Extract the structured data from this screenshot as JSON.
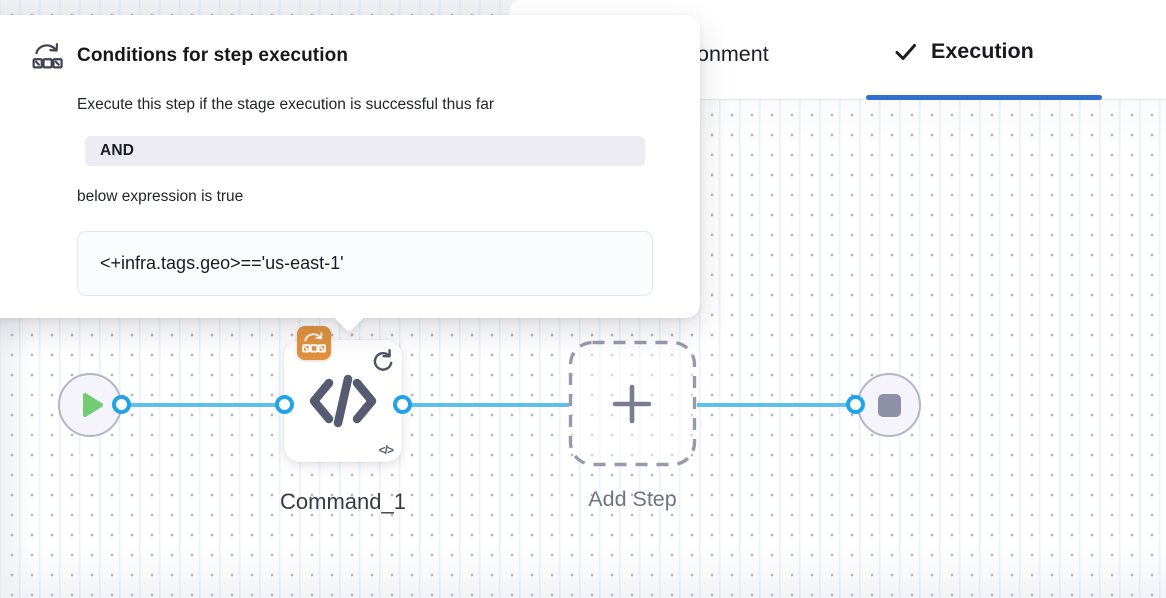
{
  "header_tabs": {
    "environment": {
      "label": "Environment"
    },
    "execution": {
      "label": "Execution",
      "icon": "checkmark-icon",
      "active": true
    },
    "underline_color": "#3070d1"
  },
  "popover": {
    "icon": "conditional-execution-icon",
    "title": "Conditions for step execution",
    "description": "Execute this step if the stage execution is successful thus far",
    "operator": "AND",
    "condition_intro": "below expression is true",
    "expression": "<+infra.tags.geo>=='us-east-1'"
  },
  "graph": {
    "start_node": {
      "icon": "play-icon"
    },
    "steps": [
      {
        "label": "Command_1",
        "icon": "code-icon",
        "top_left_badge": "conditional-execution-badge",
        "top_right_badge": "loop-strategy-icon",
        "mini_icon_glyph": "</>"
      },
      {
        "label": "Add Step",
        "icon": "plus-icon",
        "style": "dashed-placeholder"
      }
    ],
    "end_node": {
      "icon": "stop-icon"
    }
  },
  "colors": {
    "connector": "#5fc0ef",
    "port_ring": "#21a3e8",
    "accent_blue": "#3070d1",
    "badge_orange": "#e2923c",
    "play_green": "#74cb74",
    "node_slate": "#565b72"
  }
}
